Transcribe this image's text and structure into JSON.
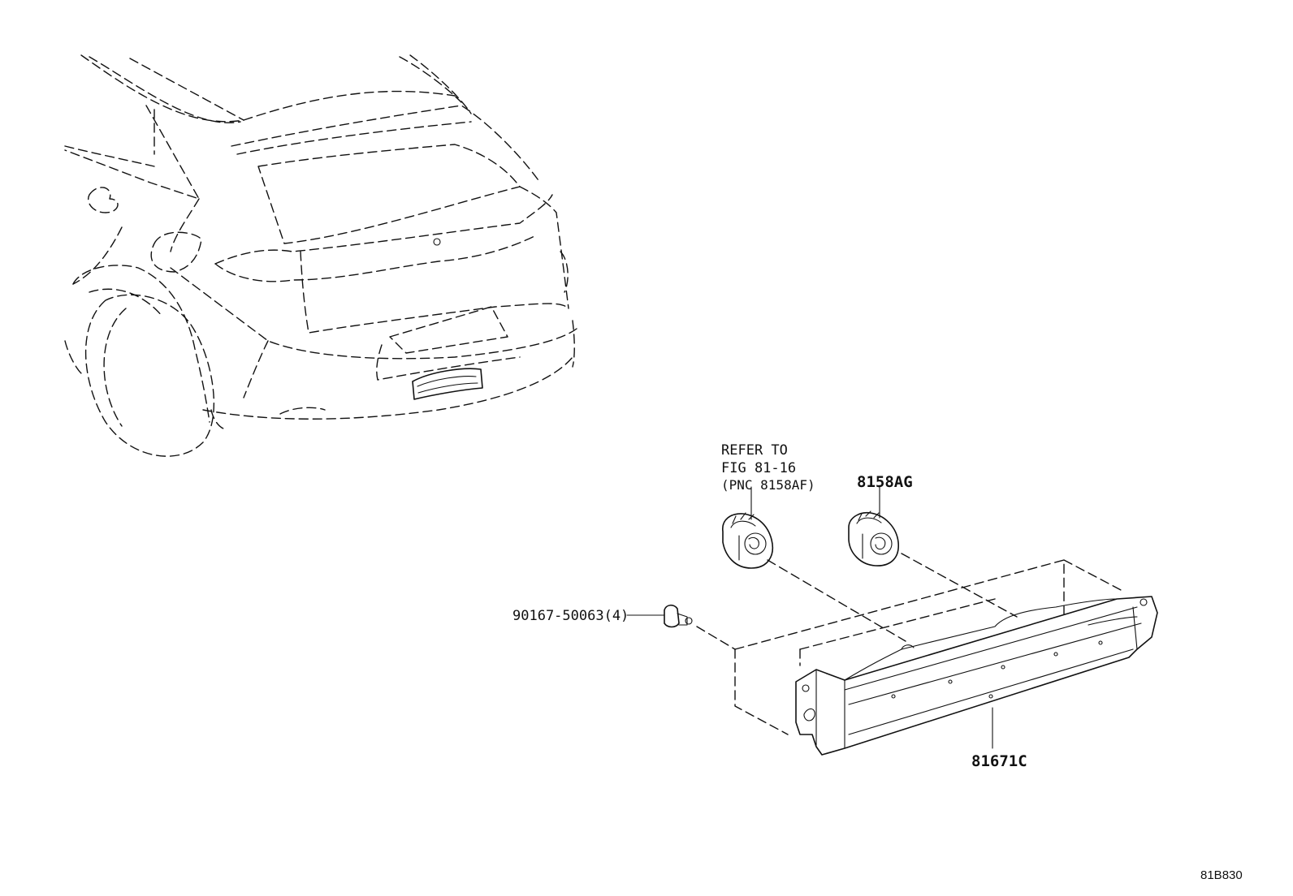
{
  "labels": {
    "refer_line1": "REFER TO",
    "refer_line2": "FIG 81-16",
    "refer_line3": "(PNC 8158AF)",
    "socket_right": "8158AG",
    "bolt": "90167-50063(4)",
    "lamp": "81671C",
    "figure_id": "81B830"
  }
}
